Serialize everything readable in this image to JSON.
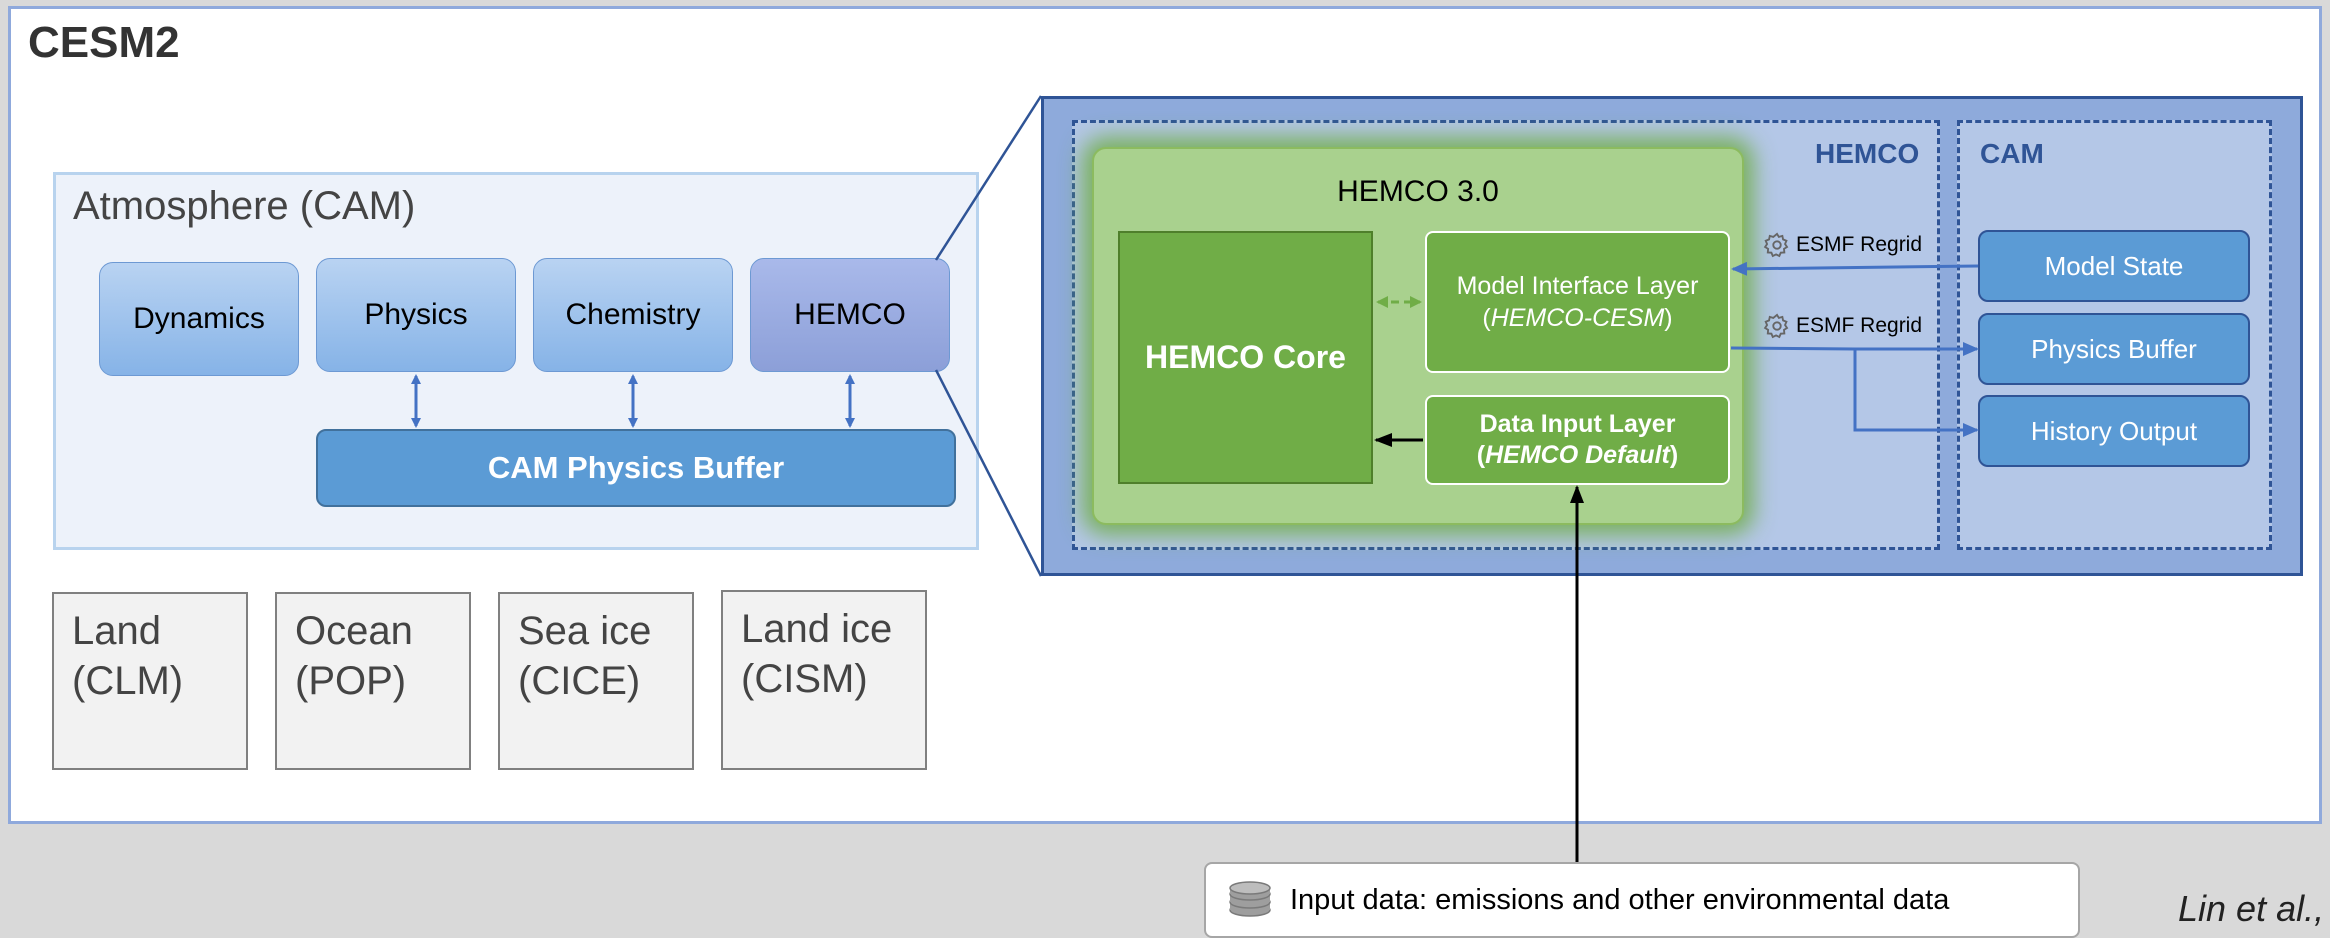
{
  "title": "CESM2",
  "atmosphere": {
    "title": "Atmosphere (CAM)",
    "modules": [
      "Dynamics",
      "Physics",
      "Chemistry",
      "HEMCO"
    ],
    "buffer": "CAM Physics Buffer"
  },
  "components": [
    "Land\n(CLM)",
    "Ocean\n(POP)",
    "Sea ice\n(CICE)",
    "Land ice\n(CISM)"
  ],
  "detail": {
    "hemco_label": "HEMCO",
    "cam_label": "CAM",
    "hemco_version": "HEMCO 3.0",
    "core": "HEMCO Core",
    "mil_line1": "Model Interface Layer",
    "mil_line2_pre": "(",
    "mil_line2_em": "HEMCO-CESM",
    "mil_line2_post": ")",
    "dil_line1": "Data Input Layer",
    "dil_line2_pre": "(",
    "dil_line2_em": "HEMCO Default",
    "dil_line2_post": ")",
    "esmf_1": "ESMF Regrid",
    "esmf_2": "ESMF Regrid",
    "cam_boxes": [
      "Model State",
      "Physics Buffer",
      "History Output"
    ]
  },
  "input_data": "Input data: emissions and other environmental data",
  "citation": "Lin et al.,",
  "icons": {
    "gear": "gear-icon",
    "database": "database-icon"
  },
  "colors": {
    "frame": "#8fa9dc",
    "green": "#70ad47",
    "blue": "#5b9bd5",
    "navy": "#2f5496"
  }
}
